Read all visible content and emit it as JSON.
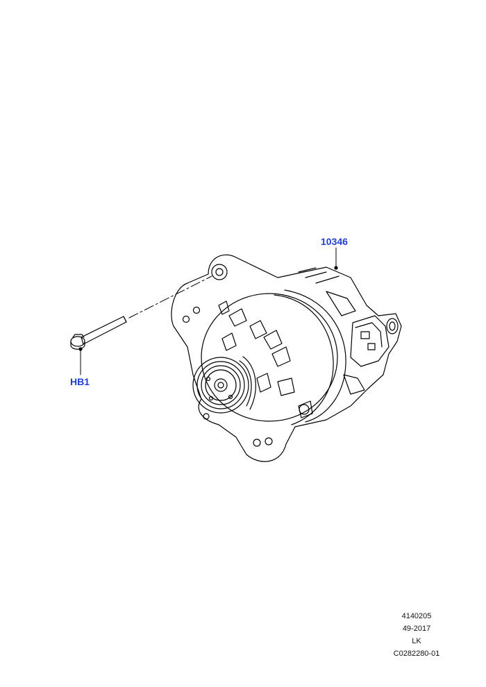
{
  "callouts": {
    "alternator_label": "10346",
    "bolt_label": "HB1"
  },
  "footer": {
    "lines": [
      "4140205",
      "49-2017",
      "LK",
      "C0282280-01"
    ]
  },
  "colors": {
    "callout": "#1f3fd6",
    "line_art": "#000000",
    "background": "#ffffff"
  },
  "icons": {
    "alternator": "alternator-illustration",
    "bolt": "bolt-illustration"
  }
}
